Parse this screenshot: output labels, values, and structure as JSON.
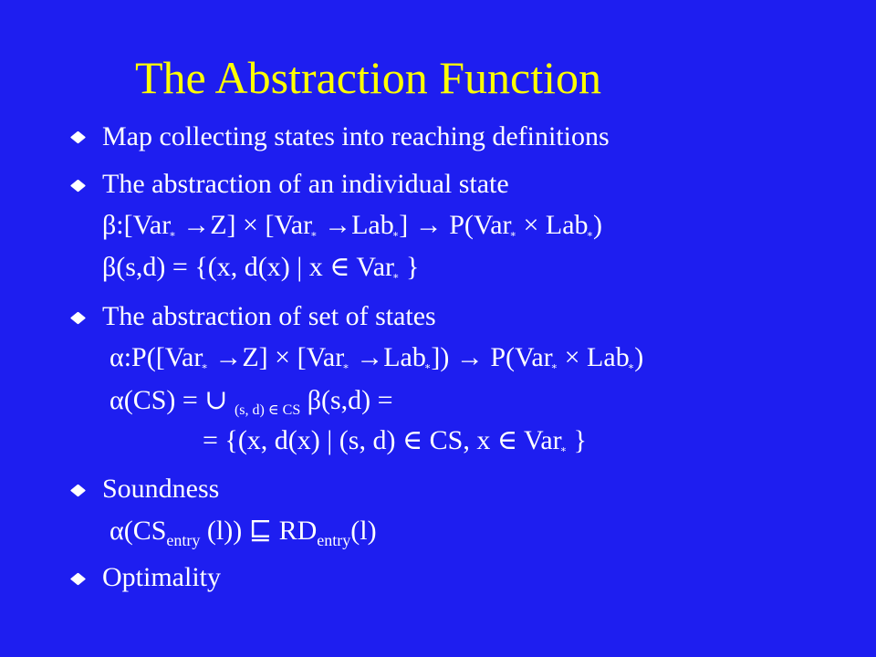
{
  "slide": {
    "title": "The Abstraction Function",
    "b1": "Map collecting states into reaching definitions",
    "b2": "The abstraction of an individual state",
    "beta_sig": "β:[Var",
    "beta_sig_rest": "→Z] × [Var",
    "beta_sig_rest2": "→Lab",
    "beta_sig_rest3": "] → P(Var",
    "beta_sig_rest4": " × Lab",
    "beta_sig_end": ")",
    "beta_def": "β(s,d) = {(x, d(x) | x ∈  Var",
    "beta_def_end": " }",
    "b3": "The abstraction of set of states",
    "alpha_sig": "α:P([Var",
    "alpha_sig_rest": "→Z] × [Var",
    "alpha_sig_rest2": "→Lab",
    "alpha_sig_rest3": "]) → P(Var",
    "alpha_sig_rest4": " × Lab",
    "alpha_sig_end": ")",
    "alpha_def": "α(CS) =  ∪",
    "alpha_def_sub": "(s, d) ∈ CS",
    "alpha_def_end": "β(s,d)  =",
    "alpha_def2": "= {(x, d(x) | (s, d)  ∈  CS, x ∈  Var",
    "alpha_def2_end": " }",
    "star": "∗",
    "b4": "Soundness",
    "sound_a": "α(CS",
    "sound_sub1": "entry",
    "sound_b": " (l))  ⊑  RD",
    "sound_sub2": "entry",
    "sound_c": "(l)",
    "b5": "Optimality"
  },
  "colors": {
    "background": "#1e1ef0",
    "title": "#ffff00",
    "text": "#ffffff"
  }
}
